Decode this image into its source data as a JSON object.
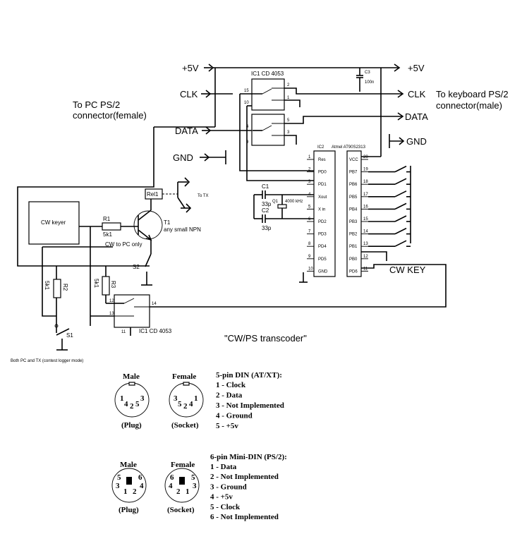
{
  "rails": {
    "vcc_left": "+5V",
    "vcc_right": "+5V"
  },
  "pc_side": {
    "title_1": "To PC PS/2",
    "title_2": "connector(female)",
    "clk": "CLK",
    "data": "DATA",
    "gnd": "GND"
  },
  "kb_side": {
    "title_1": "To keyboard PS/2",
    "title_2": "connector(male)",
    "clk": "CLK",
    "data": "DATA",
    "gnd": "GND"
  },
  "ic1_top": {
    "label": "IC1 CD 4053",
    "pins": [
      "15",
      "10",
      "2",
      "1",
      "4",
      "9",
      "5",
      "3"
    ]
  },
  "ic1_bottom": {
    "label": "IC1 CD 4053",
    "pins": [
      "12",
      "13",
      "11",
      "14"
    ]
  },
  "ic2": {
    "ref": "IC2",
    "part": "Atmel AT90S2313",
    "left_pins": [
      {
        "num": "1",
        "name": "Res"
      },
      {
        "num": "2",
        "name": "PD0"
      },
      {
        "num": "3",
        "name": "PD1"
      },
      {
        "num": "4",
        "name": "Xout"
      },
      {
        "num": "5",
        "name": "X in"
      },
      {
        "num": "6",
        "name": "PD2"
      },
      {
        "num": "7",
        "name": "PD3"
      },
      {
        "num": "8",
        "name": "PD4"
      },
      {
        "num": "9",
        "name": "PD5"
      },
      {
        "num": "10",
        "name": "GND"
      }
    ],
    "right_pins": [
      {
        "num": "20",
        "name": "VCC"
      },
      {
        "num": "19",
        "name": "PB7"
      },
      {
        "num": "18",
        "name": "PB6"
      },
      {
        "num": "17",
        "name": "PB5"
      },
      {
        "num": "16",
        "name": "PB4"
      },
      {
        "num": "15",
        "name": "PB3"
      },
      {
        "num": "14",
        "name": "PB2"
      },
      {
        "num": "13",
        "name": "PB1"
      },
      {
        "num": "12",
        "name": "PB0"
      },
      {
        "num": "11",
        "name": "PD6"
      }
    ]
  },
  "components": {
    "c3": "C3",
    "c3_value": "100n",
    "c1": "C1",
    "c1_value": "33p",
    "c2": "C2",
    "c2_value": "33p",
    "crystal_ref": "Q1",
    "crystal_value": "4000 kHz",
    "r1": "R1",
    "r1_value": "5k1",
    "r2": "R2",
    "r2_value": "5k1",
    "r3": "R3",
    "r3_value": "5k1",
    "t1": "T1",
    "t1_desc": "any small NPN",
    "rel": "Rel1",
    "to_tx": "To TX",
    "cw_keyer": "CW keyer",
    "cw_key": "CW KEY",
    "s1": "S1",
    "s2": "S2",
    "cw_to_pc": "CW to PC only",
    "both_pc_tx": "Both PC and TX  (contest logger mode)"
  },
  "caption": "\"CW/PS transcoder\"",
  "din5": {
    "male_title": "Male",
    "male_sub": "(Plug)",
    "male_pins": [
      "1",
      "4",
      "2",
      "5",
      "3"
    ],
    "female_title": "Female",
    "female_sub": "(Socket)",
    "female_pins": [
      "3",
      "5",
      "2",
      "4",
      "1"
    ],
    "heading": "5-pin DIN (AT/XT):",
    "list": [
      "1 - Clock",
      "2 - Data",
      "3 - Not Implemented",
      "4 - Ground",
      "5 - +5v"
    ]
  },
  "mini6": {
    "male_title": "Male",
    "male_sub": "(Plug)",
    "male_pins": [
      "5",
      "6",
      "3",
      "4",
      "1",
      "2"
    ],
    "female_title": "Female",
    "female_sub": "(Socket)",
    "female_pins": [
      "6",
      "5",
      "4",
      "3",
      "2",
      "1"
    ],
    "heading": "6-pin Mini-DIN (PS/2):",
    "list": [
      "1 - Data",
      "2 - Not Implemented",
      "3 - Ground",
      "4 - +5v",
      "5 - Clock",
      "6 - Not Implemented"
    ]
  }
}
